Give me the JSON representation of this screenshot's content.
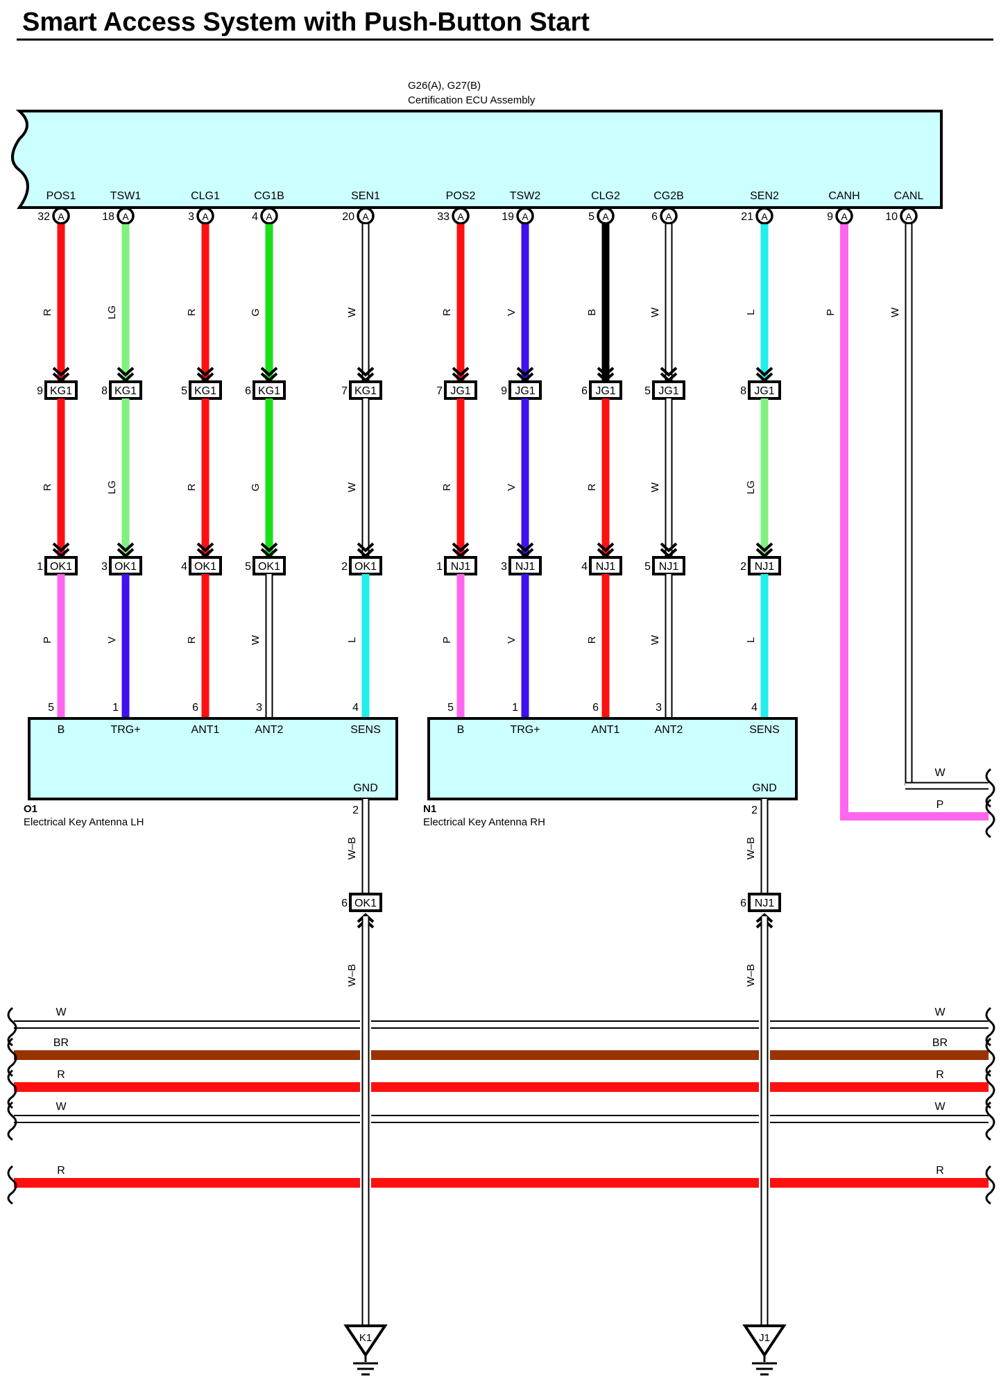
{
  "title": "Smart Access System with Push-Button Start",
  "ecu": {
    "connector": "G26(A), G27(B)",
    "name": "Certification ECU Assembly",
    "pins": [
      {
        "label": "POS1",
        "num": "32",
        "conn": "A"
      },
      {
        "label": "TSW1",
        "num": "18",
        "conn": "A"
      },
      {
        "label": "CLG1",
        "num": "3",
        "conn": "A"
      },
      {
        "label": "CG1B",
        "num": "4",
        "conn": "A"
      },
      {
        "label": "SEN1",
        "num": "20",
        "conn": "A"
      },
      {
        "label": "POS2",
        "num": "33",
        "conn": "A"
      },
      {
        "label": "TSW2",
        "num": "19",
        "conn": "A"
      },
      {
        "label": "CLG2",
        "num": "5",
        "conn": "A"
      },
      {
        "label": "CG2B",
        "num": "6",
        "conn": "A"
      },
      {
        "label": "SEN2",
        "num": "21",
        "conn": "A"
      },
      {
        "label": "CANH",
        "num": "9",
        "conn": "A"
      },
      {
        "label": "CANL",
        "num": "10",
        "conn": "A"
      }
    ]
  },
  "wires": [
    {
      "seg1": "R",
      "c1": "#ff1010",
      "j1": "9",
      "k1": "KG1",
      "seg2": "R",
      "c2": "#ff1010",
      "j2": "1",
      "k2": "OK1",
      "seg3": "P",
      "c3": "#ff66ee",
      "end": "5"
    },
    {
      "seg1": "LG",
      "c1": "#80f080",
      "j1": "8",
      "k1": "KG1",
      "seg2": "LG",
      "c2": "#80f080",
      "j2": "3",
      "k2": "OK1",
      "seg3": "V",
      "c3": "#4010ee",
      "end": "1"
    },
    {
      "seg1": "R",
      "c1": "#ff1010",
      "j1": "5",
      "k1": "KG1",
      "seg2": "R",
      "c2": "#ff1010",
      "j2": "4",
      "k2": "OK1",
      "seg3": "R",
      "c3": "#ff1010",
      "end": "6"
    },
    {
      "seg1": "G",
      "c1": "#18e018",
      "j1": "6",
      "k1": "KG1",
      "seg2": "G",
      "c2": "#18e018",
      "j2": "5",
      "k2": "OK1",
      "seg3": "W",
      "c3": "#ffffff",
      "end": "3"
    },
    {
      "seg1": "W",
      "c1": "#ffffff",
      "j1": "7",
      "k1": "KG1",
      "seg2": "W",
      "c2": "#ffffff",
      "j2": "2",
      "k2": "OK1",
      "seg3": "L",
      "c3": "#22eeee",
      "end": "4"
    },
    {
      "seg1": "R",
      "c1": "#ff1010",
      "j1": "7",
      "k1": "JG1",
      "seg2": "R",
      "c2": "#ff1010",
      "j2": "1",
      "k2": "NJ1",
      "seg3": "P",
      "c3": "#ff66ee",
      "end": "5"
    },
    {
      "seg1": "V",
      "c1": "#4010ee",
      "j1": "9",
      "k1": "JG1",
      "seg2": "V",
      "c2": "#4010ee",
      "j2": "3",
      "k2": "NJ1",
      "seg3": "V",
      "c3": "#4010ee",
      "end": "1"
    },
    {
      "seg1": "B",
      "c1": "#000000",
      "j1": "6",
      "k1": "JG1",
      "seg2": "R",
      "c2": "#ff1010",
      "j2": "4",
      "k2": "NJ1",
      "seg3": "R",
      "c3": "#ff1010",
      "end": "6"
    },
    {
      "seg1": "W",
      "c1": "#ffffff",
      "j1": "5",
      "k1": "JG1",
      "seg2": "W",
      "c2": "#ffffff",
      "j2": "5",
      "k2": "NJ1",
      "seg3": "W",
      "c3": "#ffffff",
      "end": "3"
    },
    {
      "seg1": "L",
      "c1": "#22eeee",
      "j1": "8",
      "k1": "JG1",
      "seg2": "LG",
      "c2": "#80f080",
      "j2": "2",
      "k2": "NJ1",
      "seg3": "L",
      "c3": "#22eeee",
      "end": "4"
    },
    {
      "seg1": "P",
      "c1": "#ff66ee"
    },
    {
      "seg1": "W",
      "c1": "#ffffff"
    }
  ],
  "antennas": [
    {
      "code": "O1",
      "name": "Electrical Key Antenna LH",
      "pins": [
        "B",
        "TRG+",
        "ANT1",
        "ANT2",
        "SENS"
      ],
      "gnd_label": "GND",
      "gnd_pin": "2",
      "gnd_wire": "W–B",
      "gnd_jpin": "6",
      "gnd_conn": "OK1",
      "gnd_wire2": "W–B",
      "ground": "K1"
    },
    {
      "code": "N1",
      "name": "Electrical Key Antenna RH",
      "pins": [
        "B",
        "TRG+",
        "ANT1",
        "ANT2",
        "SENS"
      ],
      "gnd_label": "GND",
      "gnd_pin": "2",
      "gnd_wire": "W–B",
      "gnd_jpin": "6",
      "gnd_conn": "NJ1",
      "gnd_wire2": "W–B",
      "ground": "J1"
    }
  ],
  "can_outputs": [
    {
      "label": "W",
      "color": "#ffffff"
    },
    {
      "label": "P",
      "color": "#ff66ee"
    }
  ],
  "bus_lines": [
    {
      "left": "W",
      "right": "W",
      "color": "#ffffff"
    },
    {
      "left": "BR",
      "right": "BR",
      "color": "#993300"
    },
    {
      "left": "R",
      "right": "R",
      "color": "#ff1010"
    },
    {
      "left": "W",
      "right": "W",
      "color": "#ffffff"
    },
    {
      "left": "R",
      "right": "R",
      "color": "#ff1010"
    }
  ],
  "colors": {
    "component_fill": "#ccffff",
    "outline": "#000000"
  }
}
